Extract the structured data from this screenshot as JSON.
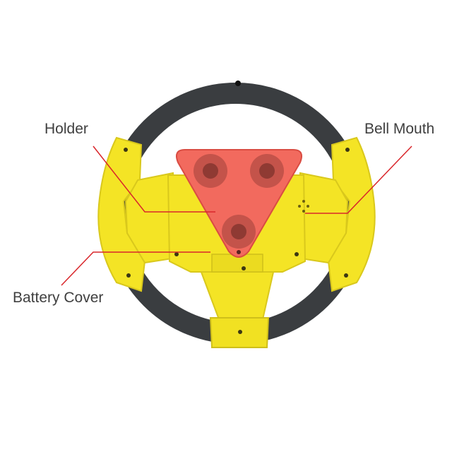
{
  "callouts": {
    "holder": "Holder",
    "bell_mouth": "Bell Mouth",
    "battery_cover": "Battery Cover"
  },
  "colors": {
    "background": "#ffffff",
    "rim": "#3a3d40",
    "body": "#f4e425",
    "body_shadow": "#d9c81c",
    "holder": "#f26a5e",
    "button": "#c4534a",
    "leader_line": "#d9262b",
    "label_text": "#3f3f3f"
  },
  "icons": {
    "screw": "screw-icon",
    "speaker": "speaker-grille-icon"
  }
}
